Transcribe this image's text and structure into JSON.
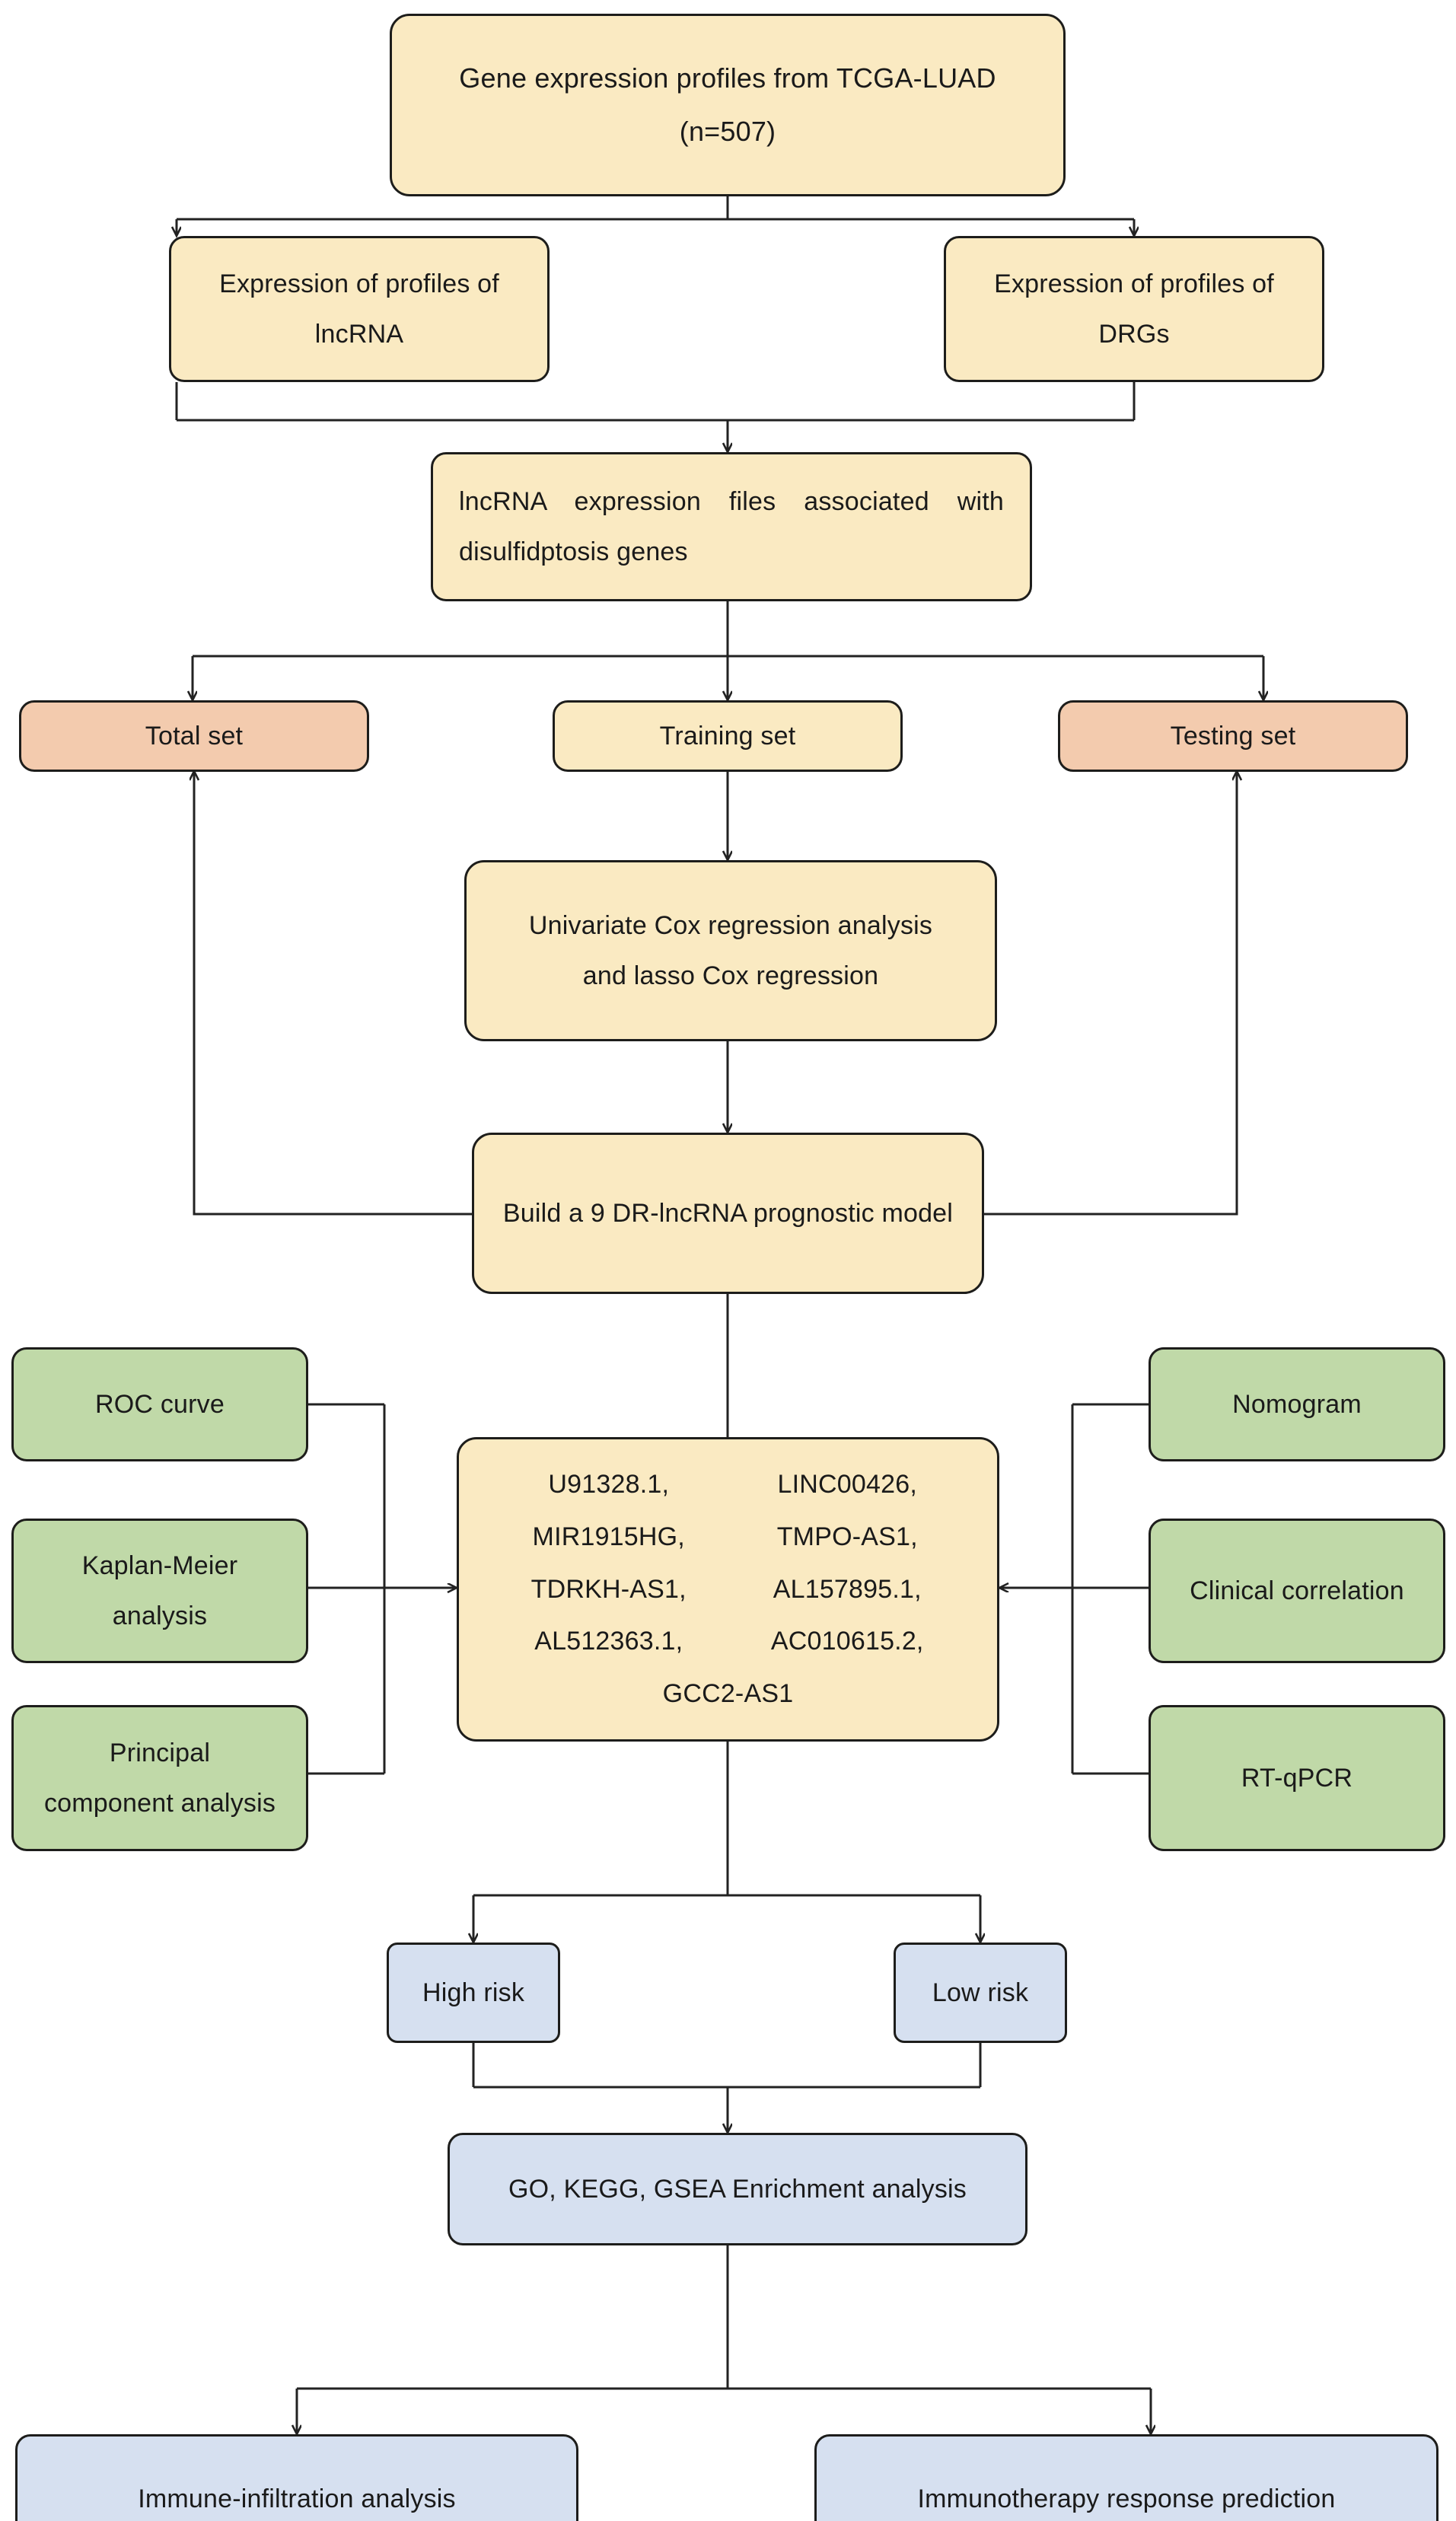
{
  "diagram": {
    "title": "Study workflow for construction of a disulfidptosis-related lncRNA prognostic model in TCGA-LUAD",
    "colors": {
      "cream": "#FAEAC2",
      "salmon": "#F3CBAE",
      "green": "#C0D9A8",
      "blue": "#D6E0F0",
      "stroke": "#1d1d1b",
      "connector": "#222222",
      "background": "#FFFFFF"
    },
    "nodes": {
      "source": {
        "line1": "Gene expression profiles from TCGA-LUAD",
        "line2": "(n=507)"
      },
      "lncrna_profiles": {
        "line1": "Expression of profiles of",
        "line2": "lncRNA"
      },
      "drg_profiles": {
        "line1": "Expression of profiles of",
        "line2": "DRGs"
      },
      "lncrna_files": {
        "text": "lncRNA expression files associated with disulfidptosis genes"
      },
      "total_set": {
        "label": "Total set"
      },
      "training_set": {
        "label": "Training set"
      },
      "testing_set": {
        "label": "Testing set"
      },
      "cox": {
        "line1": "Univariate Cox regression analysis",
        "line2": "and lasso Cox regression"
      },
      "model": {
        "label": "Build a 9 DR-lncRNA prognostic model"
      },
      "signature": {
        "genes": [
          "U91328.1,",
          "LINC00426,",
          "MIR1915HG,",
          "TMPO-AS1,",
          "TDRKH-AS1,",
          "AL157895.1,",
          "AL512363.1,",
          "AC010615.2,"
        ],
        "last_gene": "GCC2-AS1"
      },
      "roc": {
        "label": "ROC curve"
      },
      "km": {
        "line1": "Kaplan-Meier",
        "line2": "analysis"
      },
      "pca": {
        "line1": "Principal",
        "line2": "component analysis"
      },
      "nomogram": {
        "label": "Nomogram"
      },
      "clinical": {
        "label": "Clinical correlation"
      },
      "rtqpcr": {
        "label": "RT-qPCR"
      },
      "high_risk": {
        "label": "High risk"
      },
      "low_risk": {
        "label": "Low risk"
      },
      "enrichment": {
        "label": "GO, KEGG, GSEA Enrichment analysis"
      },
      "immune_infiltration": {
        "label": "Immune-infiltration analysis"
      },
      "immunotherapy": {
        "label": "Immunotherapy response prediction"
      }
    }
  }
}
